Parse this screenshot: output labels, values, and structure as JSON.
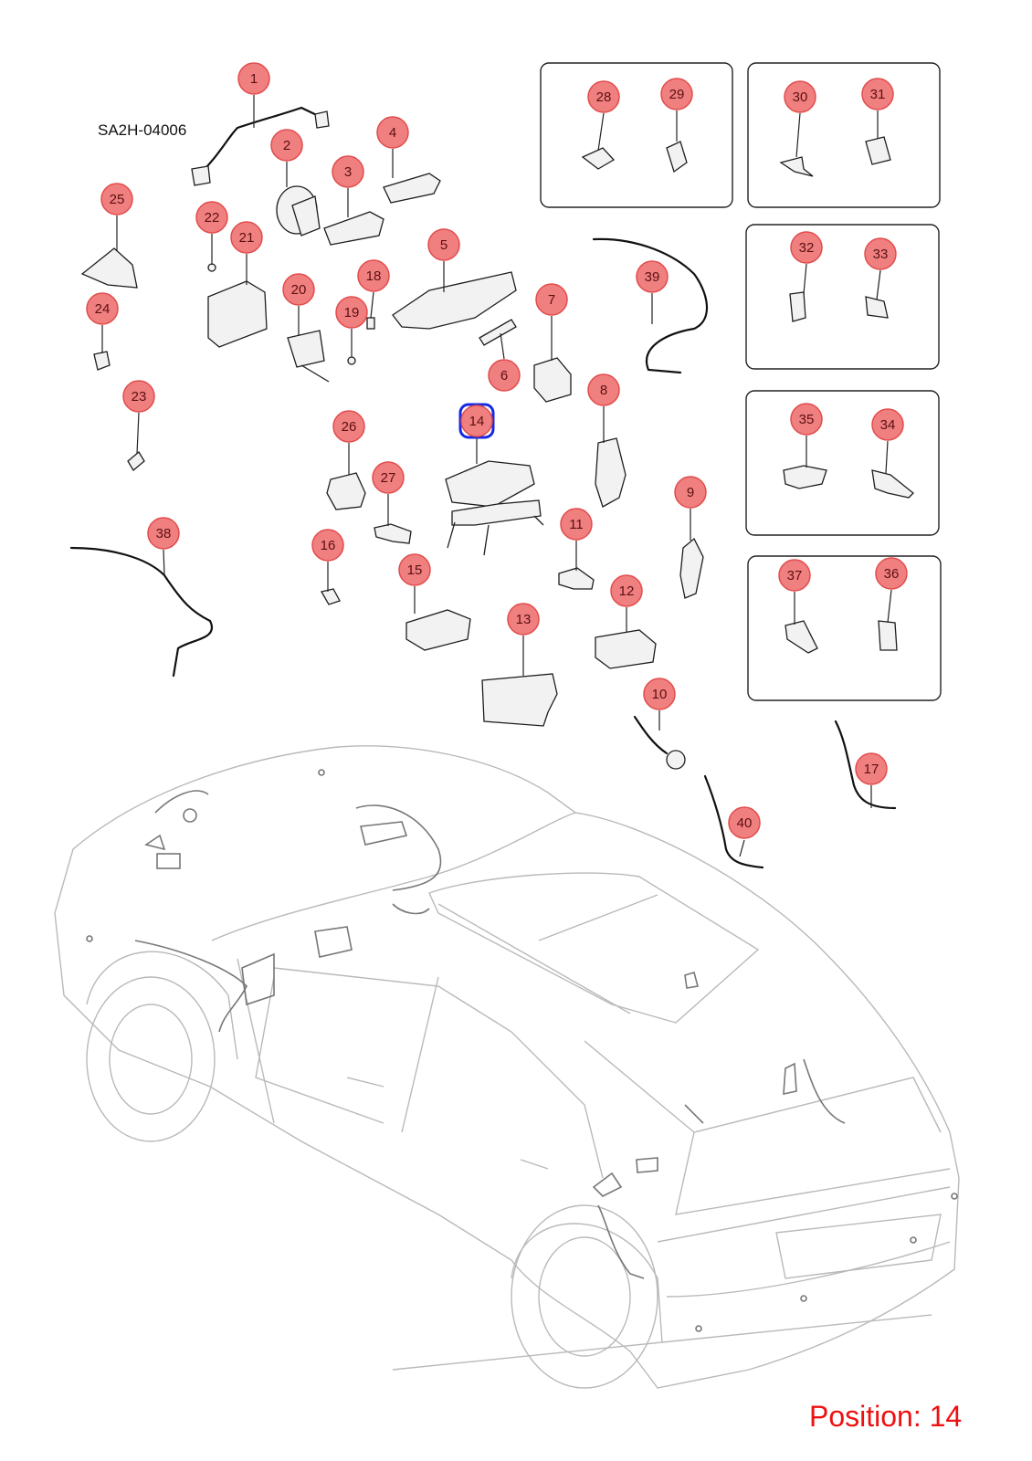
{
  "diagram_id": "SA2H-04006",
  "position_label": "Position: 14",
  "selected_callout": "14",
  "colors": {
    "callout_fill": "#f07f80",
    "selection": "#1428e6",
    "position_text": "#ee1111"
  },
  "callouts": [
    "1",
    "2",
    "3",
    "4",
    "5",
    "6",
    "7",
    "8",
    "9",
    "10",
    "11",
    "12",
    "13",
    "14",
    "15",
    "16",
    "17",
    "18",
    "19",
    "20",
    "21",
    "22",
    "23",
    "24",
    "25",
    "26",
    "27",
    "28",
    "29",
    "30",
    "31",
    "32",
    "33",
    "34",
    "35",
    "36",
    "37",
    "38",
    "39",
    "40"
  ]
}
